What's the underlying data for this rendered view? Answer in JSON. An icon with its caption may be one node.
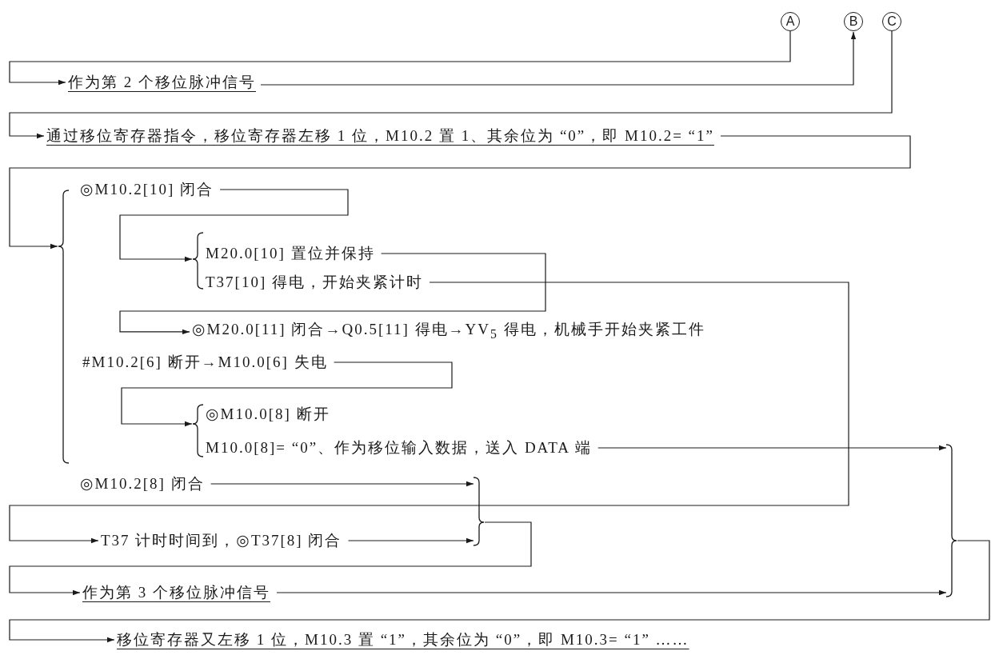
{
  "diagram": {
    "nodes": [
      {
        "text": [
          "A"
        ]
      },
      {
        "text": [
          "B"
        ]
      },
      {
        "text": [
          "C"
        ]
      },
      {
        "text": [
          "作为第 2 个移位脉冲信号"
        ]
      },
      {
        "text": [
          "通过移位寄存器指令，移位寄存器左移 1 位，M10.2 置 1、其余位为 “0”，即 M10.2= “1”"
        ]
      },
      {
        "text": [],
        "shape": "brace"
      },
      {
        "text": [
          "◎M10.2[10] 闭合"
        ]
      },
      {
        "text": [],
        "shape": "brace"
      },
      {
        "text": [
          "M20.0[10] 置位并保持"
        ]
      },
      {
        "text": [
          "T37[10] 得电，开始夹紧计时"
        ]
      },
      {
        "text": [
          "◎M20.0[11] 闭合→Q0.5[11] 得电→YV$_{5}$ 得电，机械手开始夹紧工件"
        ]
      },
      {
        "text": [
          "#M10.2[6] 断开→M10.0[6] 失电"
        ]
      },
      {
        "text": [],
        "shape": "brace"
      },
      {
        "text": [
          "◎M10.0[8] 断开"
        ]
      },
      {
        "text": [
          "M10.0[8]= “0”、作为移位输入数据，送入 DATA 端"
        ]
      },
      {
        "text": [
          "◎M10.2[8] 闭合"
        ]
      },
      {
        "text": [],
        "shape": "brace"
      },
      {
        "text": [
          "T37 计时时间到，◎T37[8] 闭合"
        ]
      },
      {
        "text": [
          "作为第 3 个移位脉冲信号"
        ]
      },
      {
        "text": [],
        "shape": "brace"
      },
      {
        "text": [
          "移位寄存器又左移 1 位，M10.3 置 “1”，其余位为 “0”，即 M10.3= “1” ……"
        ]
      }
    ],
    "edges": [
      {
        "from": 0,
        "to": 3,
        "arrow": "to"
      },
      {
        "from": 3,
        "to": 1,
        "arrow": "to"
      },
      {
        "from": 2,
        "to": 4,
        "arrow": "to"
      },
      {
        "from": 4,
        "to": 5,
        "arrow": "to"
      },
      {
        "from": 6,
        "to": 7,
        "arrow": "to"
      },
      {
        "from": 8,
        "to": 10,
        "arrow": "to"
      },
      {
        "from": 9,
        "to": 17,
        "arrow": "to"
      },
      {
        "from": 11,
        "to": 12,
        "arrow": "to"
      },
      {
        "from": 14,
        "to": 19,
        "arrow": "to"
      },
      {
        "from": 15,
        "to": 16,
        "arrow": "to"
      },
      {
        "from": 17,
        "to": 16,
        "arrow": "to"
      },
      {
        "from": 16,
        "to": 18,
        "arrow": "to"
      },
      {
        "from": 18,
        "to": 19,
        "arrow": "to"
      },
      {
        "from": 19,
        "to": 20,
        "arrow": "to"
      }
    ]
  }
}
